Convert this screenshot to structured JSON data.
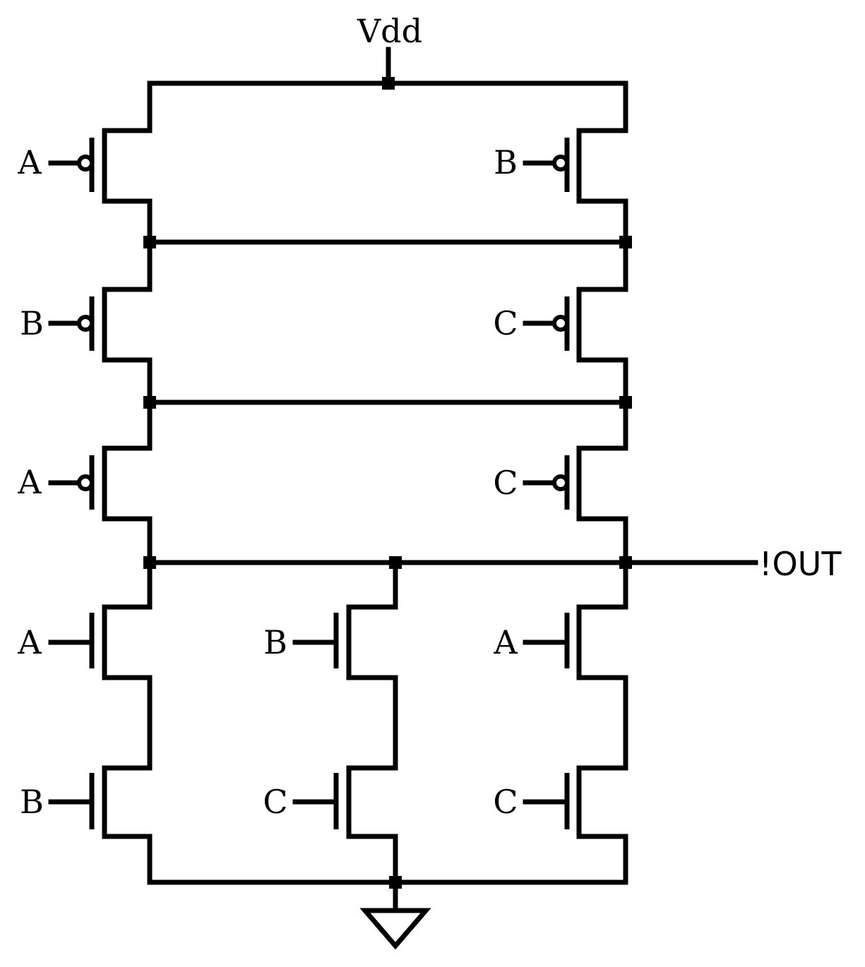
{
  "supply": {
    "label": "Vdd"
  },
  "output": {
    "label": "!OUT"
  },
  "pmos": [
    {
      "id": "p1",
      "gate": "A"
    },
    {
      "id": "p2",
      "gate": "B"
    },
    {
      "id": "p3",
      "gate": "B"
    },
    {
      "id": "p4",
      "gate": "C"
    },
    {
      "id": "p5",
      "gate": "A"
    },
    {
      "id": "p6",
      "gate": "C"
    }
  ],
  "nmos": [
    {
      "id": "n1",
      "gate": "A"
    },
    {
      "id": "n2",
      "gate": "B"
    },
    {
      "id": "n3",
      "gate": "A"
    },
    {
      "id": "n4",
      "gate": "B"
    },
    {
      "id": "n5",
      "gate": "C"
    },
    {
      "id": "n6",
      "gate": "C"
    }
  ]
}
